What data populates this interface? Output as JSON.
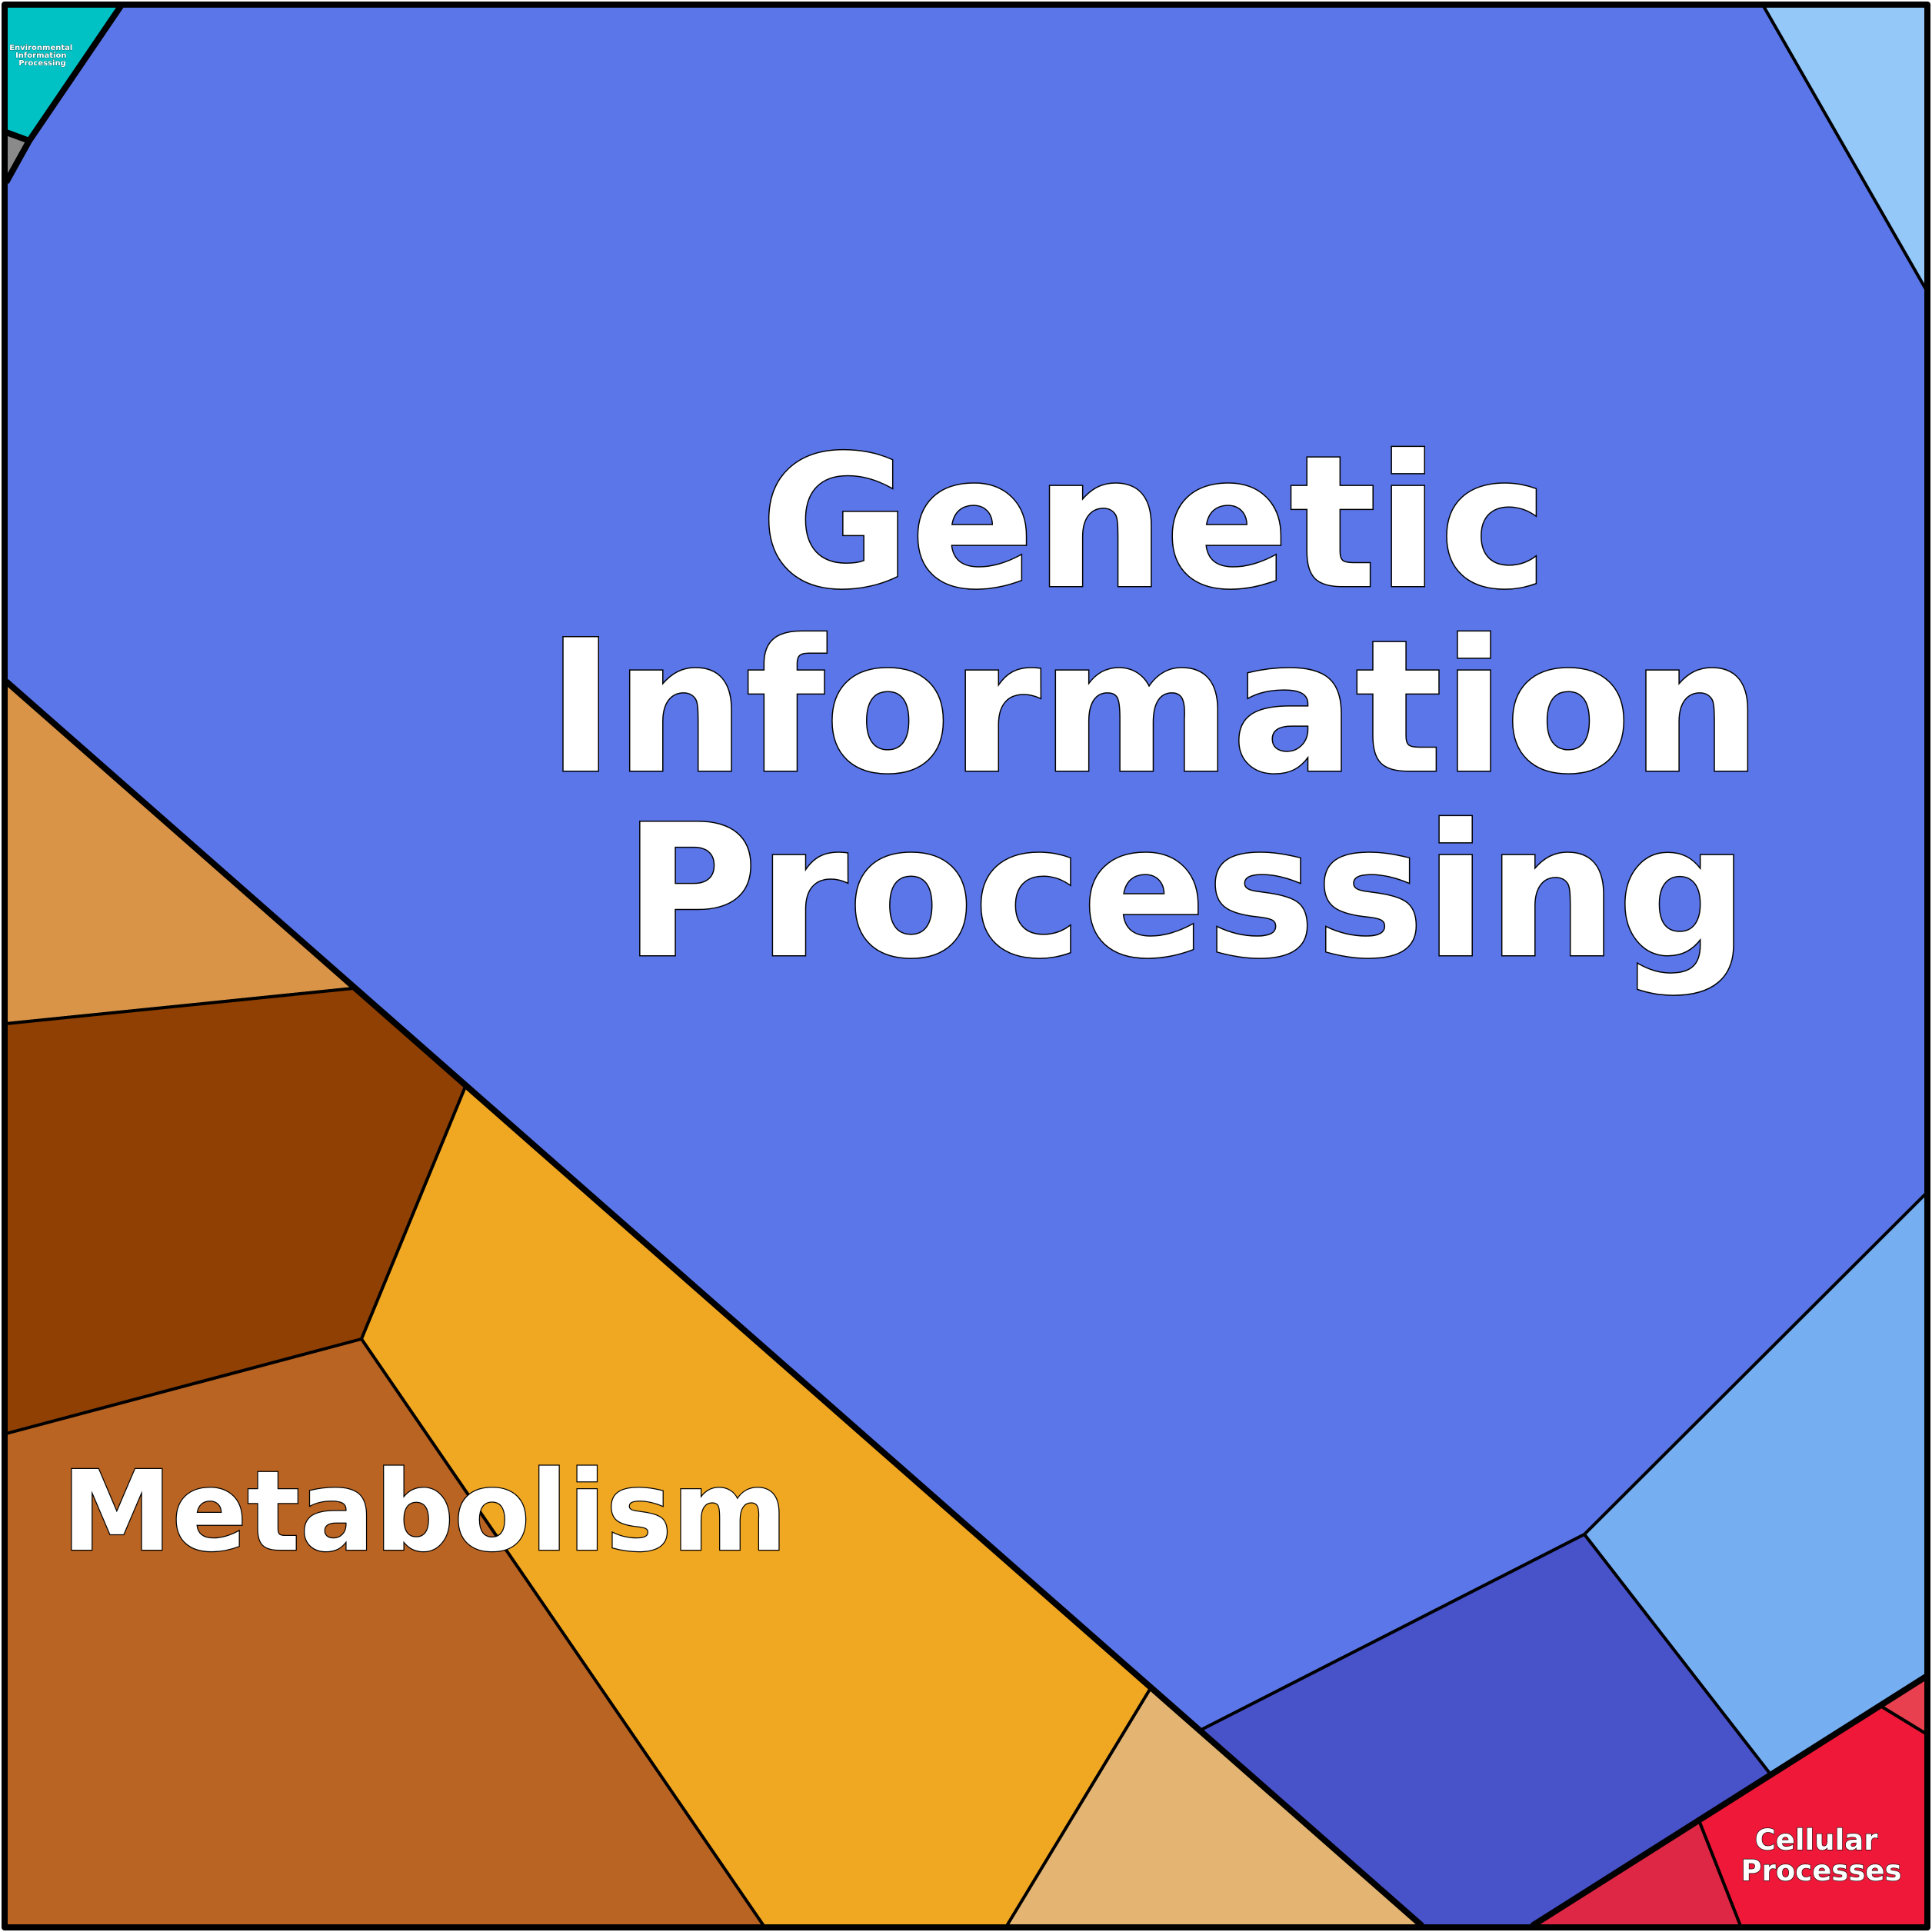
{
  "diagram": {
    "type": "voronoi-treemap",
    "labels": {
      "genetic": [
        "Genetic",
        "Information",
        "Processing"
      ],
      "metabolism": [
        "Metabolism"
      ],
      "cellular": [
        "Cellular",
        "Processes"
      ],
      "environmental": [
        "Environmental",
        "Information",
        "Processing"
      ]
    },
    "colors": {
      "genetic_main": "#5b76e8",
      "genetic_light_top": "#93c8f8",
      "genetic_light_right": "#76aef2",
      "genetic_dark": "#4852c9",
      "metabolism_tan": "#d99447",
      "metabolism_dark_brown": "#8f4002",
      "metabolism_orange": "#f0a722",
      "metabolism_brown": "#b96422",
      "metabolism_light_tan": "#e4b572",
      "cellular_red": "#ef1838",
      "cellular_crimson": "#de2645",
      "cellular_small": "#e8404f",
      "environmental_teal": "#00c2c4",
      "grey_sliver": "#8a8a8a",
      "border": "#000000",
      "label_fill": "#ffffff"
    }
  }
}
